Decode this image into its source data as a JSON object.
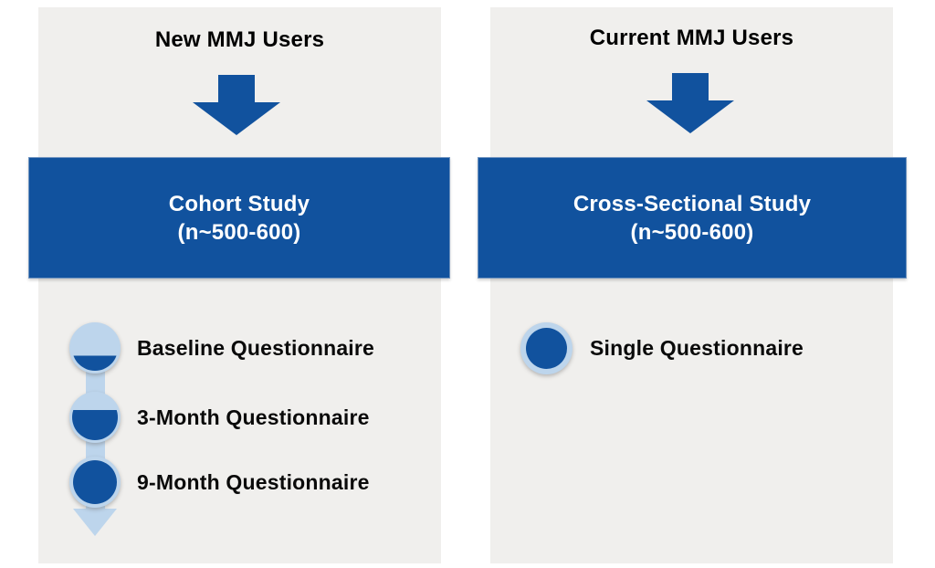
{
  "diagram": {
    "colors": {
      "dark_blue": "#11529E",
      "light_blue": "#BDD5EC",
      "panel_gray": "#F0EFED",
      "banner_text": "#FFFFFF",
      "label_text": "#0A0A0A"
    },
    "columns": [
      {
        "header": "New MMJ Users",
        "banner": {
          "title": "Cohort Study",
          "subtitle": "(n~500-600)"
        },
        "milestones": [
          {
            "label": "Baseline Questionnaire",
            "fill_percent": 33
          },
          {
            "label": "3-Month Questionnaire",
            "fill_percent": 66
          },
          {
            "label": "9-Month Questionnaire",
            "fill_percent": 100
          }
        ]
      },
      {
        "header": "Current MMJ Users",
        "banner": {
          "title": "Cross-Sectional Study",
          "subtitle": "(n~500-600)"
        },
        "milestones": [
          {
            "label": "Single Questionnaire",
            "fill_percent": 100
          }
        ]
      }
    ]
  }
}
